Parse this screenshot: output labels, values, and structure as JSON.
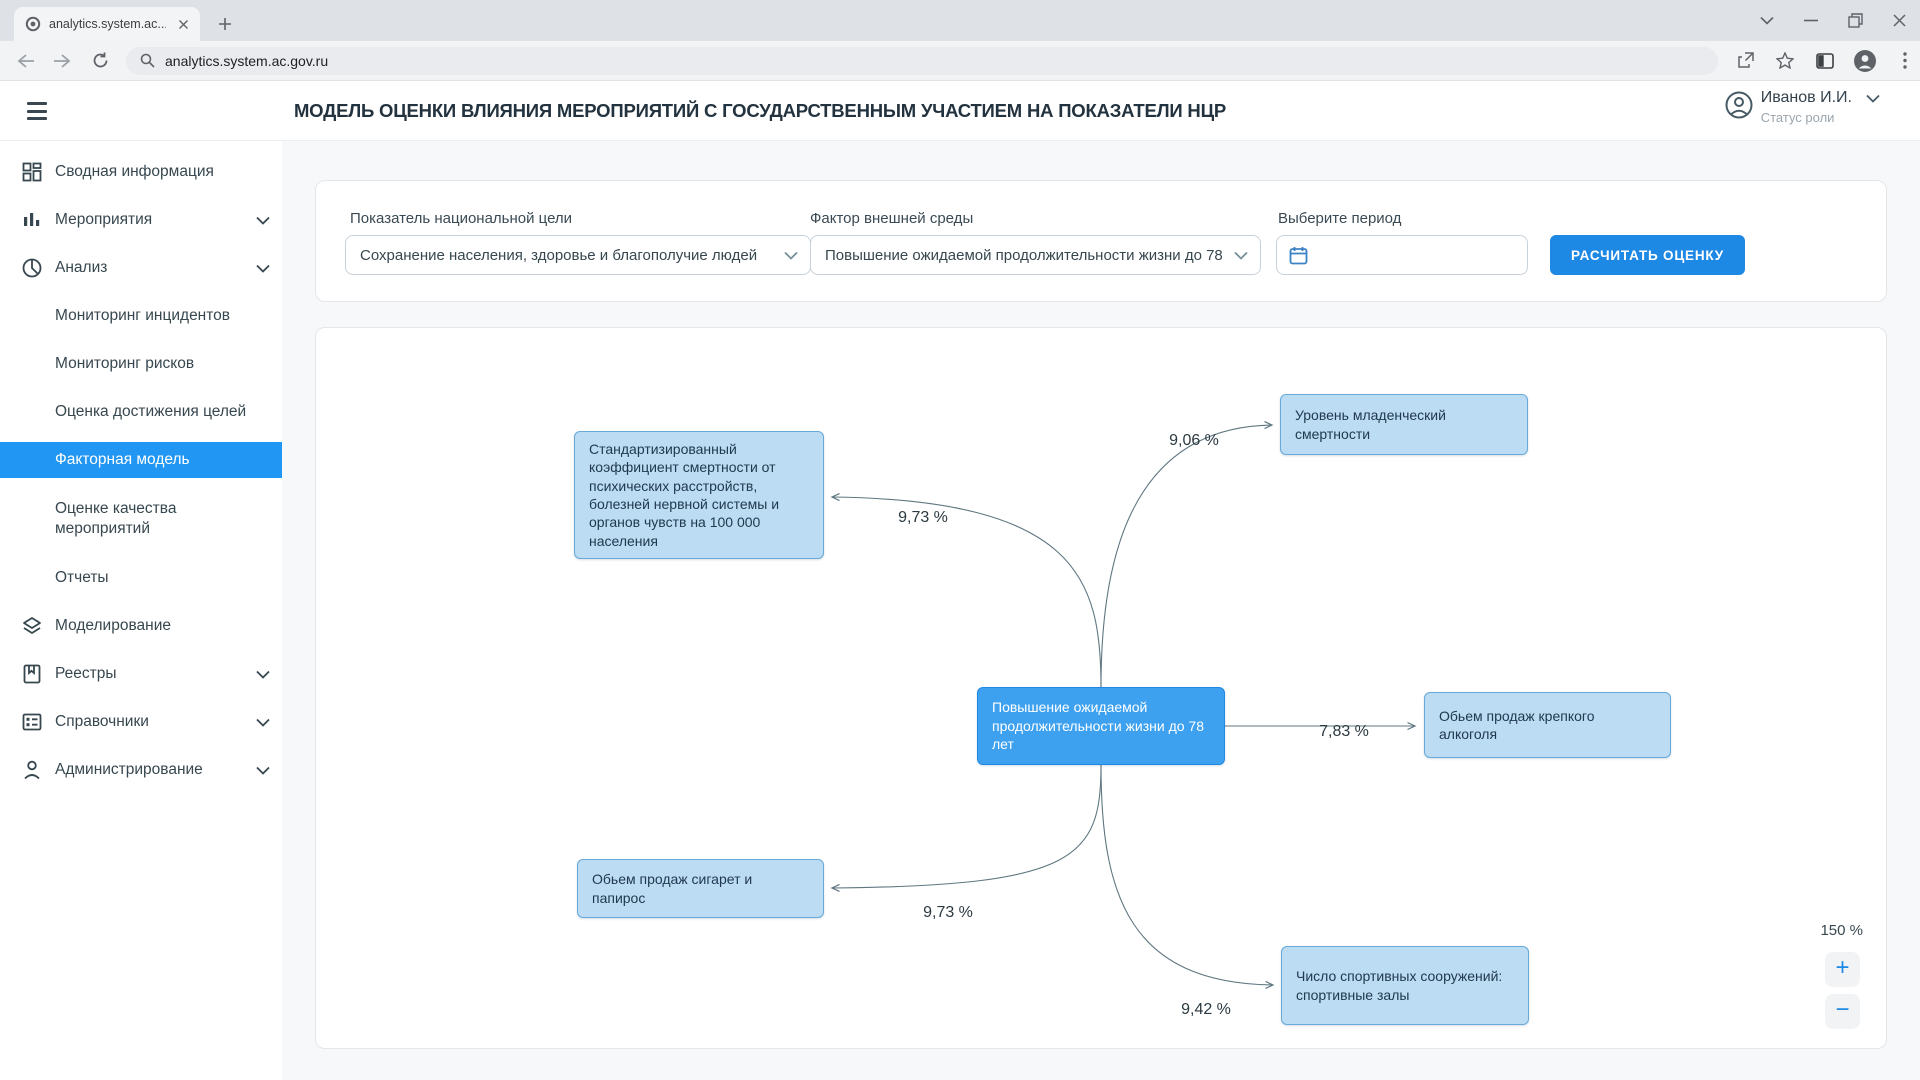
{
  "browser": {
    "tab_title": "analytics.system.ac...",
    "url": "analytics.system.ac.gov.ru"
  },
  "header": {
    "title": "МОДЕЛЬ ОЦЕНКИ ВЛИЯНИЯ МЕРОПРИЯТИЙ С ГОСУДАРСТВЕННЫМ УЧАСТИЕМ НА ПОКАЗАТЕЛИ НЦР",
    "user": {
      "name": "Иванов И.И.",
      "role": "Статус роли"
    }
  },
  "sidebar": {
    "items": [
      {
        "label": "Сводная информация"
      },
      {
        "label": "Мероприятия"
      },
      {
        "label": "Анализ"
      },
      {
        "label": "Мониторинг инцидентов"
      },
      {
        "label": "Мониторинг рисков"
      },
      {
        "label": "Оценка достижения целей"
      },
      {
        "label": "Факторная модель",
        "active": true
      },
      {
        "label": "Оценке качества мероприятий"
      },
      {
        "label": "Отчеты"
      },
      {
        "label": "Моделирование"
      },
      {
        "label": "Реестры"
      },
      {
        "label": "Справочники"
      },
      {
        "label": "Администрирование"
      }
    ]
  },
  "filters": {
    "national_goal": {
      "label": "Показатель национальной цели",
      "value": "Сохранение населения, здоровье и благополучие людей"
    },
    "external_factor": {
      "label": "Фактор внешней среды",
      "value": "Повышение ожидаемой продолжительности жизни до 78"
    },
    "period": {
      "label": "Выберите период",
      "value": ""
    },
    "calculate_button": "РАСЧИТАТЬ ОЦЕНКУ"
  },
  "diagram": {
    "center_node": "Повышение ожидаемой продолжительности жизни до 78 лет",
    "nodes": [
      {
        "label": "Стандартизированный коэффициент смертности от психических расстройств, болезней нервной системы и органов чувств на 100 000 населения",
        "weight": "9,73 %"
      },
      {
        "label": "Уровень младенческий смертности",
        "weight": "9,06 %"
      },
      {
        "label": "Обьем продаж крепкого алкоголя",
        "weight": "7,83 %"
      },
      {
        "label": "Обьем продаж сигарет и папирос",
        "weight": "9,73 %"
      },
      {
        "label": "Число спортивных сооружений: спортивные залы",
        "weight": "9,42 %"
      }
    ],
    "zoom": {
      "level": "150 %",
      "zoom_in": "+",
      "zoom_out": "−"
    }
  }
}
